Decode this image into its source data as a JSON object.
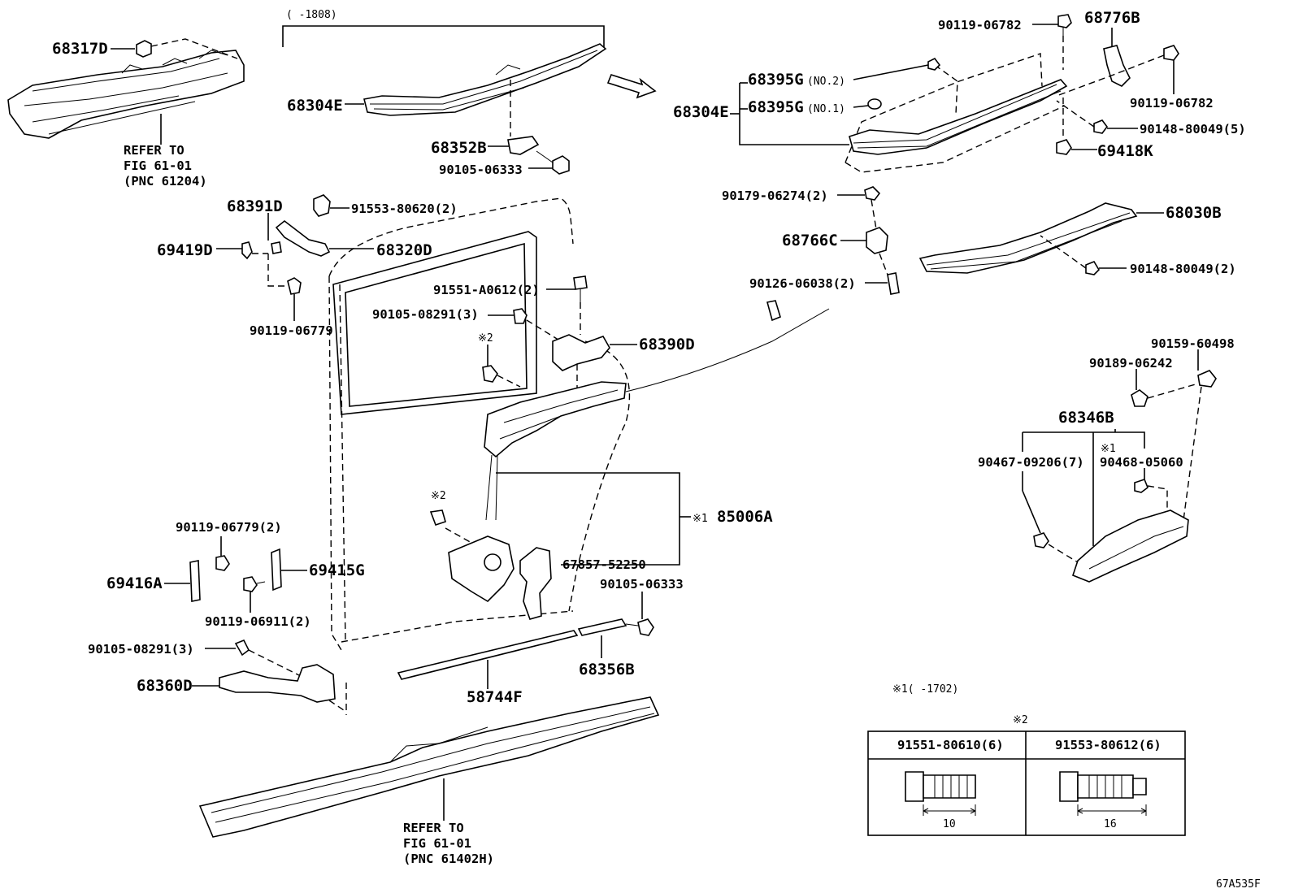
{
  "diagram_code": "67A535F",
  "range_top": "(    -1808)",
  "note1_range": "※1(    -1702)",
  "note2_mark": "※2",
  "marks": {
    "m1": "※1",
    "m2": "※2"
  },
  "refer1": [
    "REFER TO",
    "FIG 61-01",
    "(PNC 61204)"
  ],
  "refer2": [
    "REFER TO",
    "FIG 61-01",
    "(PNC 61402H)"
  ],
  "parts": {
    "p68317D": "68317D",
    "p68304E_l": "68304E",
    "p68352B": "68352B",
    "p90105_06333_a": "90105-06333",
    "p68391D": "68391D",
    "p91553_80620": "91553-80620(2)",
    "p69419D": "69419D",
    "p68320D": "68320D",
    "p90119_06779": "90119-06779",
    "p91551_A0612": "91551-A0612(2)",
    "p90105_08291_a": "90105-08291(3)",
    "p68390D": "68390D",
    "p85006A": "85006A",
    "p67857_52250": "67857-52250",
    "p90105_06333_b": "90105-06333",
    "p68356B": "68356B",
    "p58744F": "58744F",
    "p90119_06779_2": "90119-06779(2)",
    "p69416A": "69416A",
    "p69415G": "69415G",
    "p90119_06911": "90119-06911(2)",
    "p90105_08291_b": "90105-08291(3)",
    "p68360D": "68360D",
    "p90119_06782_a": "90119-06782",
    "p68776B": "68776B",
    "p68395G_2": "68395G",
    "p68395G_2_sfx": "(NO.2)",
    "p68395G_1": "68395G",
    "p68395G_1_sfx": "(NO.1)",
    "p68304E_r": "68304E",
    "p90119_06782_b": "90119-06782",
    "p90148_80049_5": "90148-80049(5)",
    "p69418K": "69418K",
    "p90179_06274": "90179-06274(2)",
    "p68030B": "68030B",
    "p68766C": "68766C",
    "p90148_80049_2": "90148-80049(2)",
    "p90126_06038": "90126-06038(2)",
    "p90159_60498": "90159-60498",
    "p90189_06242": "90189-06242",
    "p68346B": "68346B",
    "p90467_09206": "90467-09206(7)",
    "p90468_05060": "90468-05060"
  },
  "bolt_table": {
    "col1_part": "91551-80610(6)",
    "col2_part": "91553-80612(6)",
    "col1_len": "10",
    "col2_len": "16"
  }
}
